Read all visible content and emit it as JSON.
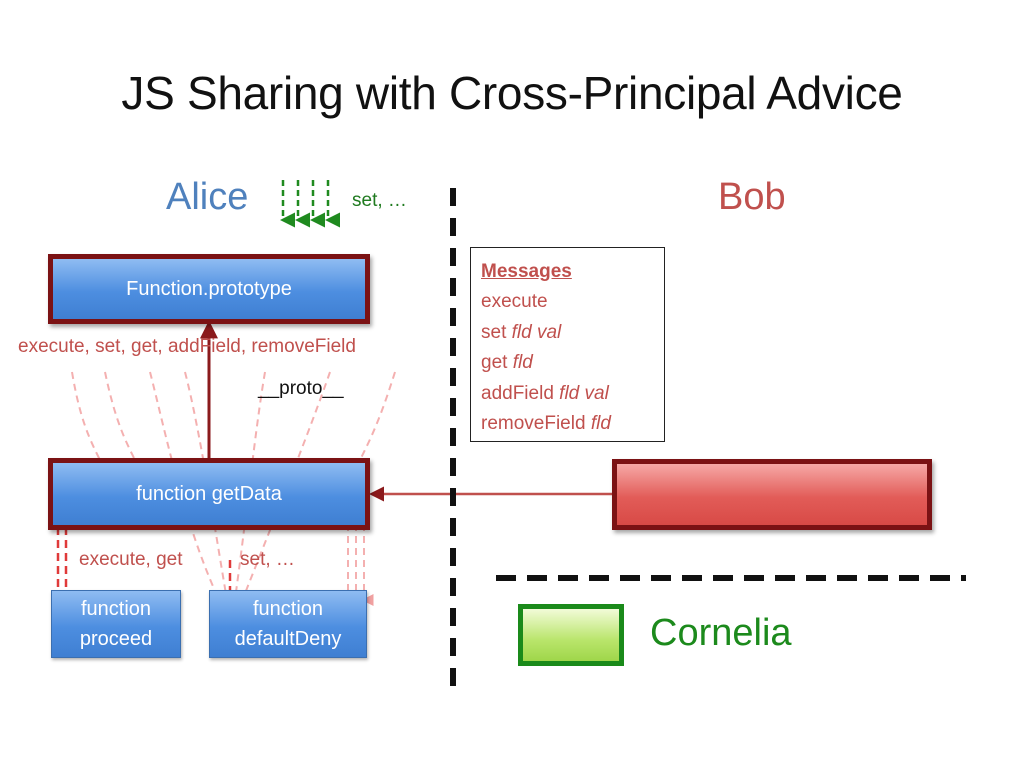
{
  "slide": {
    "title": "JS Sharing with Cross-Principal Advice"
  },
  "principals": {
    "alice": "Alice",
    "bob": "Bob",
    "cornelia": "Cornelia"
  },
  "alice_note": "set, …",
  "boxes": {
    "function_prototype": "Function.prototype",
    "get_data": "function getData",
    "proceed_line1": "function",
    "proceed_line2": "proceed",
    "default_deny_line1": "function",
    "default_deny_line2": "defaultDeny"
  },
  "labels": {
    "operations": "execute, set, get, addField, removeField",
    "proto": "__proto__",
    "execute_get": "execute, get",
    "set_more": "set, …"
  },
  "messages": {
    "heading": "Messages",
    "items": [
      {
        "name": "execute",
        "args": ""
      },
      {
        "name": "set ",
        "args": "fld val"
      },
      {
        "name": "get ",
        "args": "fld"
      },
      {
        "name": "addField ",
        "args": "fld val"
      },
      {
        "name": "removeField ",
        "args": "fld"
      }
    ]
  },
  "colors": {
    "alice": "#4f81bd",
    "bob": "#c0504d",
    "cornelia": "#1c8a1c",
    "frame": "#7b1214",
    "message_text": "#c0504d"
  }
}
